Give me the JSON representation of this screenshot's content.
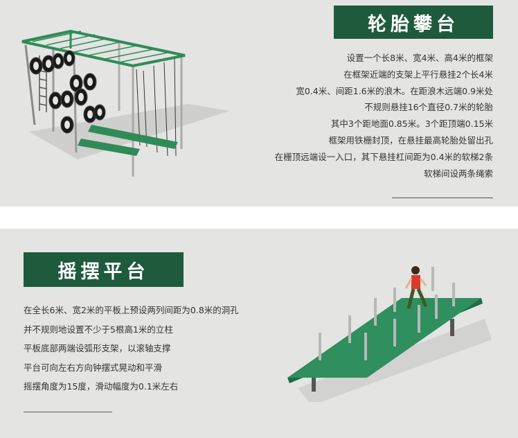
{
  "section_tire": {
    "title": "轮胎攀台",
    "lines": [
      "设置一个长8米、宽4米、高4米的框架",
      "在框架近端的支架上平行悬挂2个长4米",
      "宽0.4米、间距1.6米的浪木。在距浪木远端0.9米处",
      "不规则悬挂16个直径0.7米的轮胎",
      "其中3个距地面0.85米。3个距顶端0.15米",
      "框架用铁栅封顶，在悬挂最高轮胎处留出孔",
      "在栅顶远端设一入口，其下悬挂杠间距为0.4米的软梯2条",
      "软梯间设两条绳索"
    ]
  },
  "section_swing": {
    "title": "摇摆平台",
    "lines": [
      "在全长6米、宽2米的平板上预设两列间距为0.8米的洞孔",
      "并不规则地设置不少于5根高1米的立柱",
      "平板底部两端设弧形支架，以滚轴支撑",
      "平台可向左右方向钟摆式晃动和平滑",
      "摇摆角度为15度，滑动幅度为0.1米左右"
    ]
  },
  "colors": {
    "title_bg": "#1e5a3c",
    "frame_green": "#2e8b57",
    "platform_green": "#2f8f5e",
    "panel_bg": "#e4e4e2"
  }
}
